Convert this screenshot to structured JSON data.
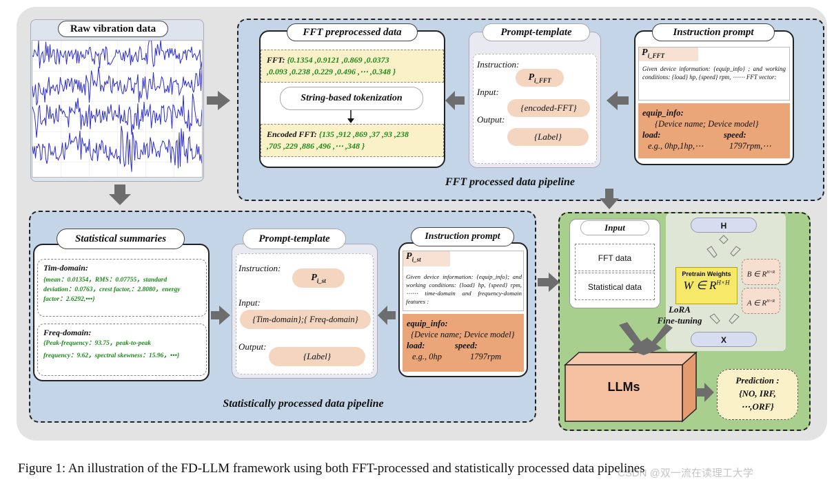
{
  "raw": {
    "title": "Raw vibration data"
  },
  "fft_pipeline": {
    "label": "FFT processed data pipeline",
    "preprocessed": {
      "title": "FFT preprocessed data",
      "fft_line1": "FFT: {0.1354 ,0.9121 ,0.869 ,0.0373",
      "fft_line2": ",0.093 ,0.238 ,0.229 ,0.496 ,⋯ ,0.348 }",
      "tokenization": "String-based tokenization",
      "enc_line1": "Encoded FFT: {135 ,912 ,869 ,37 ,93 ,238",
      "enc_line2": ",705 ,229 ,886 ,496 ,⋯ ,348 }"
    },
    "template": {
      "title": "Prompt-template",
      "instruction": "Instruction:",
      "pill1": "P",
      "pill1_sub": "i_FFT",
      "input": "Input:",
      "pill2": "{encoded-FFT}",
      "output": "Output:",
      "pill3": "{Label}"
    },
    "prompt": {
      "title": "Instruction prompt",
      "p": "P",
      "p_sub": "i_FFT",
      "desc": "Given device information: {equip_info} ; and working conditions: {load} hp, {speed} rpm, ⋯⋯ FFT vector:",
      "equip": "equip_info:",
      "device": "{Device name; Device model}",
      "load": "load:",
      "speed": "speed:",
      "load_val": "e.g., 0hp,1hp,⋯",
      "speed_val": "1797rpm,⋯"
    }
  },
  "stat_pipeline": {
    "label": "Statistically processed data pipeline",
    "summaries": {
      "title": "Statistical summaries",
      "tim_title": "Tim-domain:",
      "tim_l1": "{mean：0.01354，RMS：0.07755，standard",
      "tim_l2": "deviation：0.0763，crest factor,：2.8080，energy",
      "tim_l3": "factor：2.6292,•••}",
      "freq_title": "Freq-domain:",
      "freq_l1": "{Peak-frequency：93.75，peak-to-peak",
      "freq_l2": "frequency：9.62，spectral skewness：15.96，•••}"
    },
    "template": {
      "title": "Prompt-template",
      "instruction": "Instruction:",
      "pill1": "P",
      "pill1_sub": "i_st",
      "input": "Input:",
      "pill2": "{Tim-domain};{ Freq-domain}",
      "output": "Output:",
      "pill3": "{Label}"
    },
    "prompt": {
      "title": "Instruction prompt",
      "p": "P",
      "p_sub": "i_st",
      "desc": "Given device information: {equip_info}; and working conditions: {load} hp, {speed} rpm, ⋯⋯ time-domain and frequency-domain features :",
      "equip": "equip_info:",
      "device": "{Device name; Device model}",
      "load": "load:",
      "speed": "speed:",
      "load_val": "e.g., 0hp",
      "speed_val": "1797rpm"
    }
  },
  "llm": {
    "input_title": "Input",
    "fft_data": "FFT data",
    "stat_data": "Statistical data",
    "H": "H",
    "X": "X",
    "pretrain": "Pretrain Weights",
    "W": "W ∈ R",
    "W_sup": "H×H",
    "B": "B ∈ R",
    "B_sup": "H×R",
    "A": "A ∈ R",
    "A_sup": "H×R",
    "lora1": "LoRA",
    "lora2": "Fine-tuning",
    "llms": "LLMs",
    "pred1": "Prediction :",
    "pred2": "{NO, IRF,",
    "pred3": "⋯,ORF}"
  },
  "caption": "Figure 1: An illustration of the FD-LLM framework using both FFT-processed and statistically processed data pipelines",
  "watermark": "CSDN @双一流在读理工大学"
}
